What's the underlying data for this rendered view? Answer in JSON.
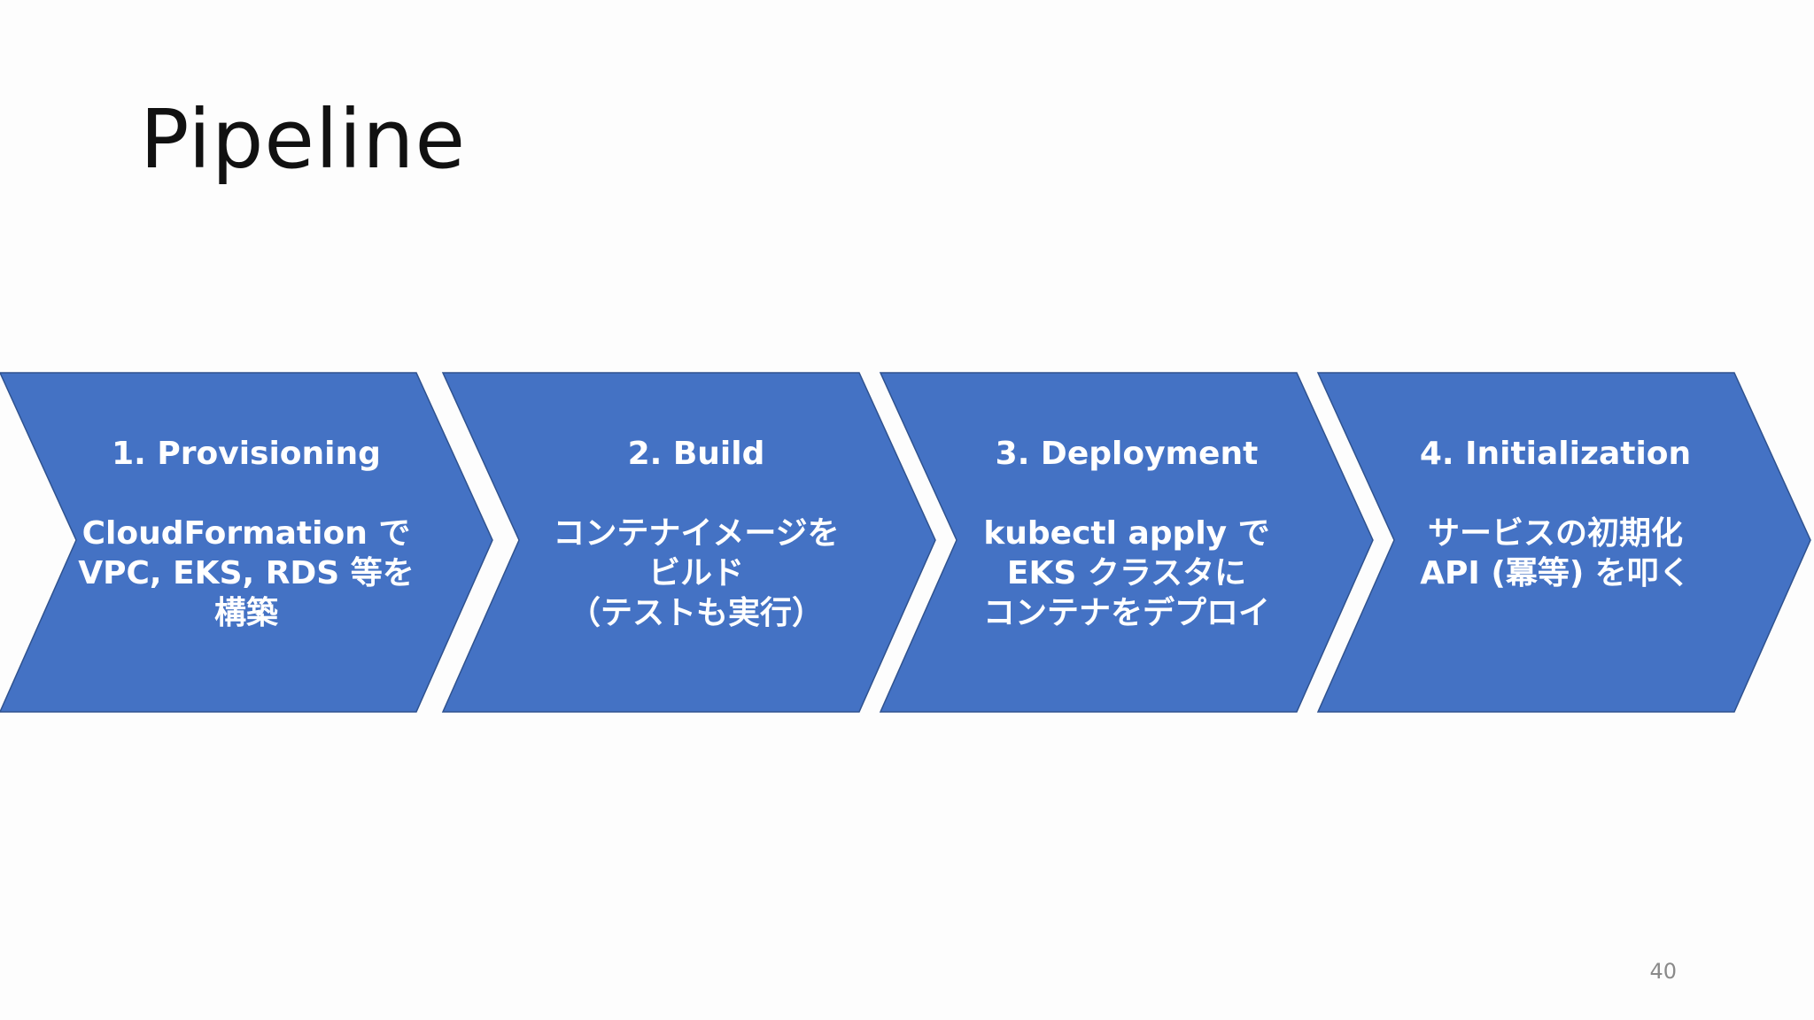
{
  "slide": {
    "title": "Pipeline",
    "page_number": "40"
  },
  "colors": {
    "chevron_fill": "#4472c4",
    "chevron_stroke": "#2f528f",
    "text": "#ffffff",
    "title": "#111111"
  },
  "steps": [
    {
      "heading": "1. Provisioning",
      "lines": [
        "CloudFormation で",
        "VPC, EKS, RDS 等を",
        "構築"
      ]
    },
    {
      "heading": "2. Build",
      "lines": [
        "コンテナイメージを",
        "ビルド",
        "（テストも実行）"
      ]
    },
    {
      "heading": "3. Deployment",
      "lines": [
        "kubectl apply で",
        "EKS クラスタに",
        "コンテナをデプロイ"
      ]
    },
    {
      "heading": "4. Initialization",
      "lines": [
        "サービスの初期化",
        "API (冪等) を叩く"
      ]
    }
  ]
}
